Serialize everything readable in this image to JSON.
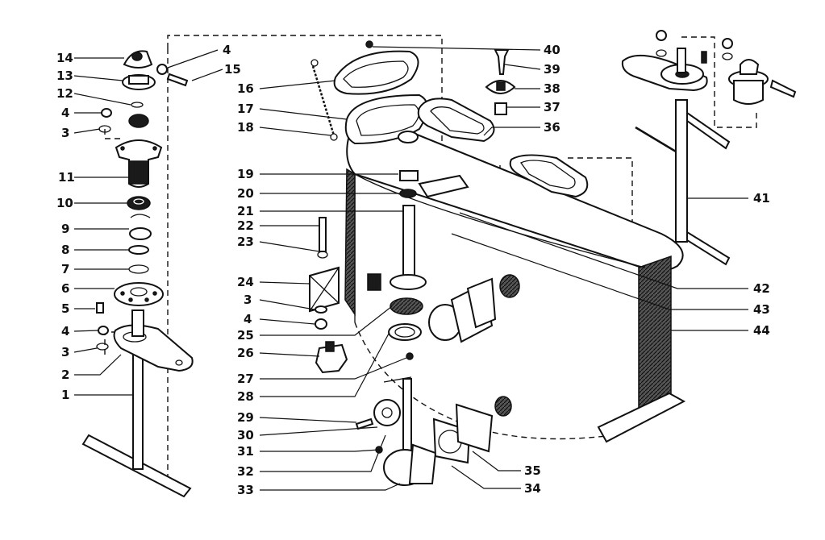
{
  "labels": {
    "l1": "1",
    "l2": "2",
    "l3a": "3",
    "l3b": "3",
    "l3c": "3",
    "l4a": "4",
    "l4b": "4",
    "l4c": "4",
    "l4d": "4",
    "l5": "5",
    "l6": "6",
    "l7": "7",
    "l8": "8",
    "l9": "9",
    "l10": "10",
    "l11": "11",
    "l12": "12",
    "l13": "13",
    "l14": "14",
    "l15": "15",
    "l16": "16",
    "l17": "17",
    "l18": "18",
    "l19": "19",
    "l20": "20",
    "l21": "21",
    "l22": "22",
    "l23": "23",
    "l24": "24",
    "l25": "25",
    "l26": "26",
    "l27": "27",
    "l28": "28",
    "l29": "29",
    "l30": "30",
    "l31": "31",
    "l32": "32",
    "l33": "33",
    "l34": "34",
    "l35": "35",
    "l36": "36",
    "l37": "37",
    "l38": "38",
    "l39": "39",
    "l40": "40",
    "l41": "41",
    "l42": "42",
    "l43": "43",
    "l44": "44"
  }
}
